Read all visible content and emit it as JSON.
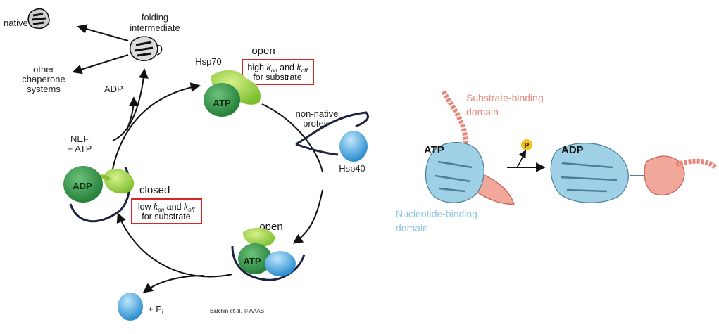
{
  "cycle": {
    "native": "native",
    "folding_intermediate": [
      "folding",
      "intermediate"
    ],
    "other_systems": [
      "other",
      "chaperone",
      "systems"
    ],
    "adp_release": "ADP",
    "nef_atp": [
      "NEF",
      "+ ATP"
    ],
    "hsp70": "Hsp70",
    "open_top": "open",
    "open_bottom": "open",
    "closed": "closed",
    "non_native": [
      "non-native",
      "protein"
    ],
    "hsp40": "Hsp40",
    "pi": "+ P",
    "pi_sub": "i",
    "credit": "Balchin et al. © AAAS",
    "high_box": {
      "line1": [
        "high ",
        "k",
        "on",
        " and ",
        "k",
        "off"
      ],
      "line2": "for substrate"
    },
    "low_box": {
      "line1": [
        "low ",
        "k",
        "on",
        " and ",
        "k",
        "off"
      ],
      "line2": "for substrate"
    },
    "atp": "ATP",
    "adp": "ADP"
  },
  "structure": {
    "substrate_domain": [
      "Substrate-binding",
      "domain"
    ],
    "nucleotide_domain": [
      "Nucleotide-binding",
      "domain"
    ],
    "atp": "ATP",
    "adp": "ADP",
    "phosphate": "P"
  },
  "colors": {
    "substrate_domain": "#e8877a",
    "nucleotide_domain": "#8fc7e0",
    "box_border": "#d9262b",
    "phosphate": "#f3c21b",
    "green_dark": "#2e8b3e",
    "green_light": "#9ed04a",
    "blue": "#3ea4de"
  }
}
